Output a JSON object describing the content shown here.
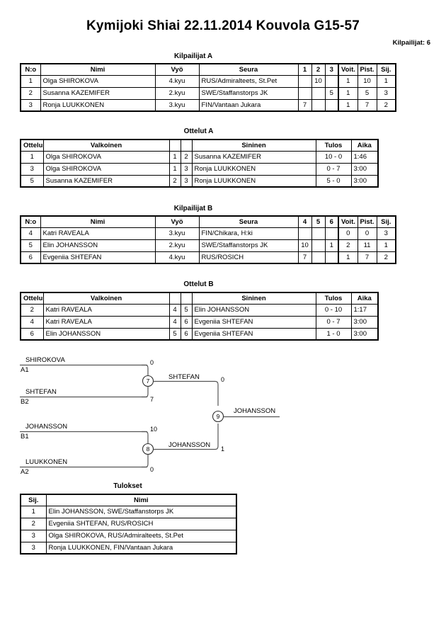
{
  "header": {
    "title": "Kymijoki Shiai  22.11.2014  Kouvola   G15-57",
    "competitors": "Kilpailijat: 6"
  },
  "pool_a": {
    "caption": "Kilpailijat A",
    "columns": [
      "N:o",
      "Nimi",
      "Vyö",
      "Seura",
      "1",
      "2",
      "3",
      "Voit.",
      "Pist.",
      "Sij."
    ],
    "rows": [
      {
        "no": "1",
        "name": "Olga SHIROKOVA",
        "belt": "4.kyu",
        "club": "RUS/Admiralteets, St.Pet",
        "s1": "",
        "s2": "10",
        "s3": "",
        "wins": "1",
        "points": "10",
        "rank": "1"
      },
      {
        "no": "2",
        "name": "Susanna KAZEMIFER",
        "belt": "2.kyu",
        "club": "SWE/Staffanstorps JK",
        "s1": "",
        "s2": "",
        "s3": "5",
        "wins": "1",
        "points": "5",
        "rank": "3"
      },
      {
        "no": "3",
        "name": "Ronja LUUKKONEN",
        "belt": "3.kyu",
        "club": "FIN/Vantaan Jukara",
        "s1": "7",
        "s2": "",
        "s3": "",
        "wins": "1",
        "points": "7",
        "rank": "2"
      }
    ]
  },
  "matches_a": {
    "caption": "Ottelut A",
    "columns": [
      "Ottelu",
      "Valkoinen",
      "",
      "",
      "Sininen",
      "Tulos",
      "Aika"
    ],
    "rows": [
      {
        "no": "1",
        "white": "Olga SHIROKOVA",
        "wn": "1",
        "bn": "2",
        "blue": "Susanna KAZEMIFER",
        "result": "10 - 0",
        "time": "1:46"
      },
      {
        "no": "3",
        "white": "Olga SHIROKOVA",
        "wn": "1",
        "bn": "3",
        "blue": "Ronja LUUKKONEN",
        "result": "0 - 7",
        "time": "3:00"
      },
      {
        "no": "5",
        "white": "Susanna KAZEMIFER",
        "wn": "2",
        "bn": "3",
        "blue": "Ronja LUUKKONEN",
        "result": "5 - 0",
        "time": "3:00"
      }
    ]
  },
  "pool_b": {
    "caption": "Kilpailijat B",
    "columns": [
      "N:o",
      "Nimi",
      "Vyö",
      "Seura",
      "4",
      "5",
      "6",
      "Voit.",
      "Pist.",
      "Sij."
    ],
    "rows": [
      {
        "no": "4",
        "name": "Katri RAVEALA",
        "belt": "3.kyu",
        "club": "FIN/Chikara, H:ki",
        "s1": "",
        "s2": "",
        "s3": "",
        "wins": "0",
        "points": "0",
        "rank": "3"
      },
      {
        "no": "5",
        "name": "Elin JOHANSSON",
        "belt": "2.kyu",
        "club": "SWE/Staffanstorps JK",
        "s1": "10",
        "s2": "",
        "s3": "1",
        "wins": "2",
        "points": "11",
        "rank": "1"
      },
      {
        "no": "6",
        "name": "Evgeniia SHTEFAN",
        "belt": "4.kyu",
        "club": "RUS/ROSICH",
        "s1": "7",
        "s2": "",
        "s3": "",
        "wins": "1",
        "points": "7",
        "rank": "2"
      }
    ]
  },
  "matches_b": {
    "caption": "Ottelut B",
    "columns": [
      "Ottelu",
      "Valkoinen",
      "",
      "",
      "Sininen",
      "Tulos",
      "Aika"
    ],
    "rows": [
      {
        "no": "2",
        "white": "Katri RAVEALA",
        "wn": "4",
        "bn": "5",
        "blue": "Elin JOHANSSON",
        "result": "0 - 10",
        "time": "1:17"
      },
      {
        "no": "4",
        "white": "Katri RAVEALA",
        "wn": "4",
        "bn": "6",
        "blue": "Evgeniia SHTEFAN",
        "result": "0 - 7",
        "time": "3:00"
      },
      {
        "no": "6",
        "white": "Elin JOHANSSON",
        "wn": "5",
        "bn": "6",
        "blue": "Evgeniia SHTEFAN",
        "result": "1 - 0",
        "time": "3:00"
      }
    ]
  },
  "bracket": {
    "semifinal_1": {
      "match_no": "7",
      "top": {
        "name": "SHIROKOVA",
        "seed": "A1",
        "score": "0"
      },
      "bottom": {
        "name": "SHTEFAN",
        "seed": "B2",
        "score": "7"
      },
      "winner": "SHTEFAN"
    },
    "semifinal_2": {
      "match_no": "8",
      "top": {
        "name": "JOHANSSON",
        "seed": "B1",
        "score": "10"
      },
      "bottom": {
        "name": "LUUKKONEN",
        "seed": "A2",
        "score": "0"
      },
      "winner": "JOHANSSON"
    },
    "final": {
      "match_no": "9",
      "top_score": "0",
      "bottom_score": "1",
      "winner": "JOHANSSON"
    }
  },
  "results": {
    "caption": "Tulokset",
    "columns": [
      "Sij.",
      "Nimi"
    ],
    "rows": [
      {
        "rank": "1",
        "name": "Elin JOHANSSON, SWE/Staffanstorps JK"
      },
      {
        "rank": "2",
        "name": "Evgeniia SHTEFAN, RUS/ROSICH"
      },
      {
        "rank": "3",
        "name": "Olga SHIROKOVA, RUS/Admiralteets, St.Pet"
      },
      {
        "rank": "3",
        "name": "Ronja LUUKKONEN, FIN/Vantaan Jukara"
      }
    ]
  }
}
